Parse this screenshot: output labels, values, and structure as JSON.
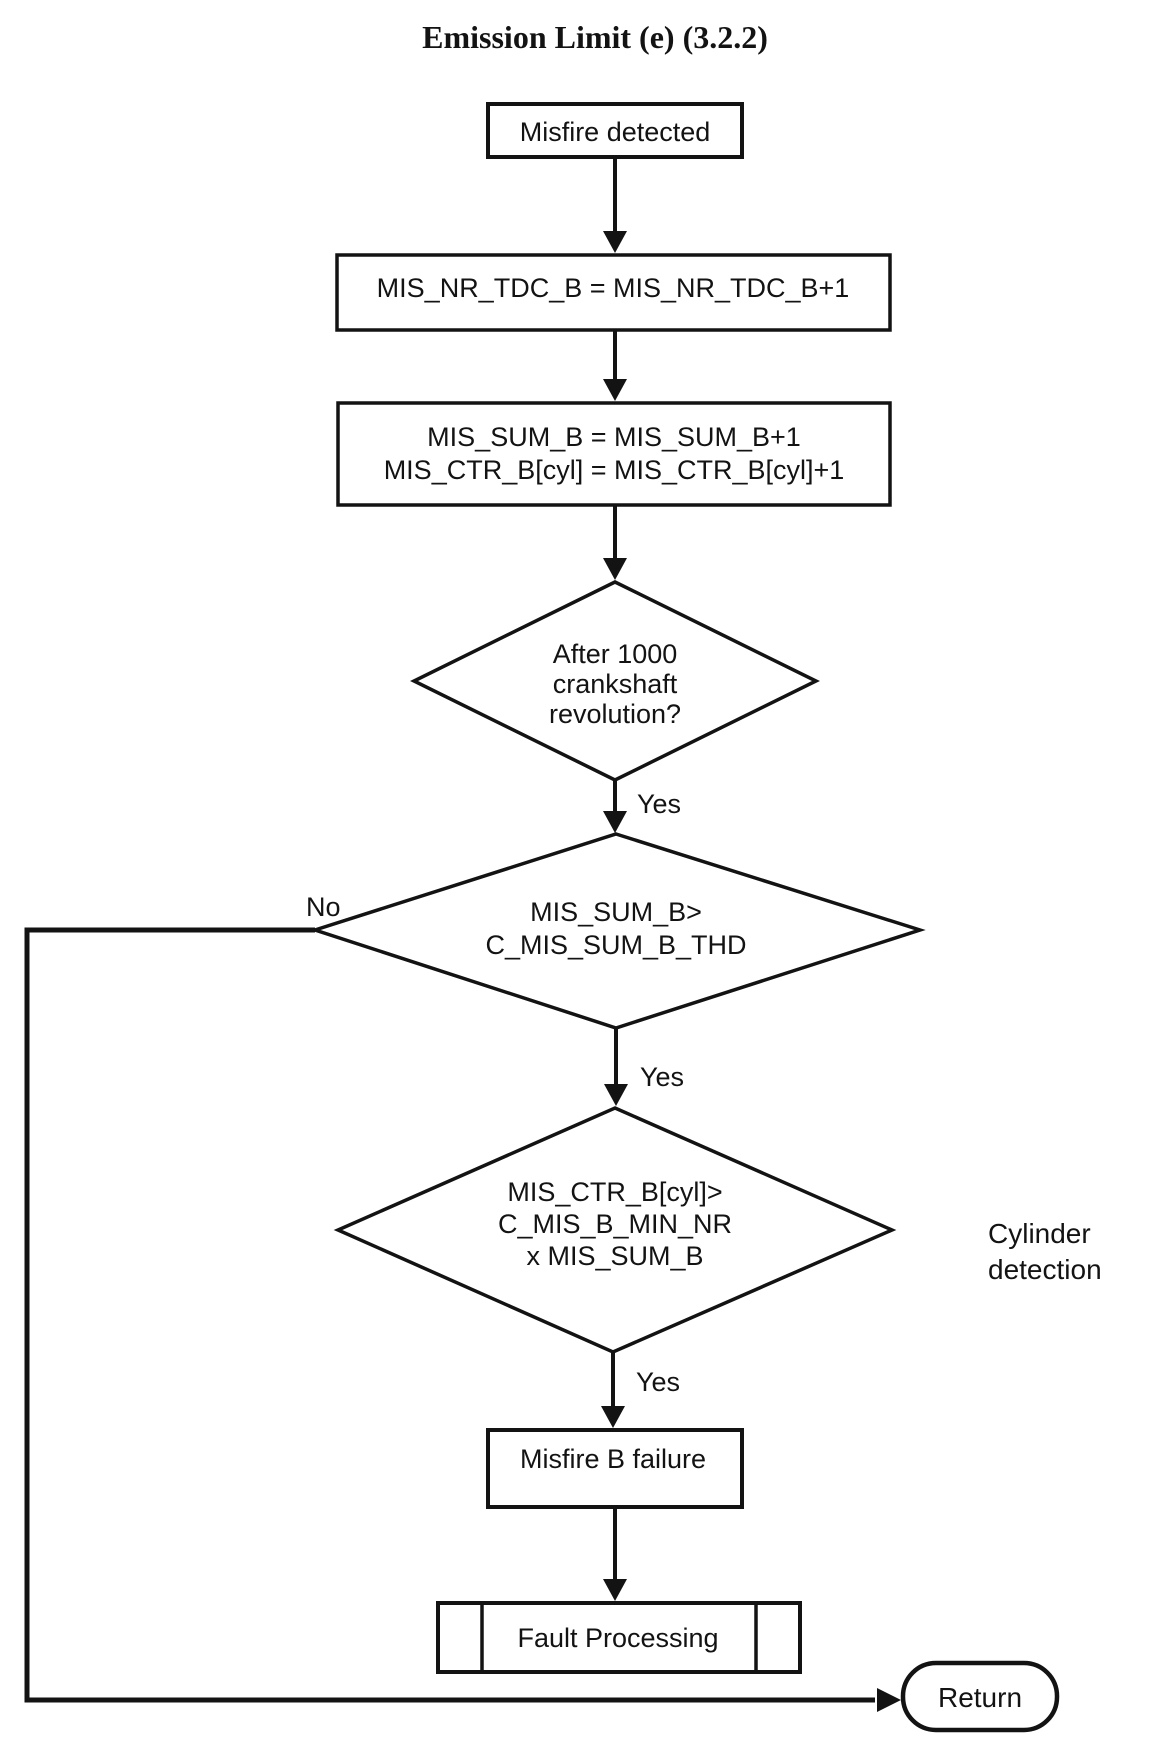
{
  "title": "Emission Limit (e) (3.2.2)",
  "flowchart": {
    "nodes": {
      "start": {
        "label": "Misfire detected"
      },
      "increment_tdc": {
        "label": "MIS_NR_TDC_B = MIS_NR_TDC_B+1"
      },
      "increment_counters": {
        "line1": "MIS_SUM_B = MIS_SUM_B+1",
        "line2": "MIS_CTR_B[cyl] = MIS_CTR_B[cyl]+1"
      },
      "after_1000": {
        "line1": "After 1000",
        "line2": "crankshaft",
        "line3": "revolution?"
      },
      "sum_threshold": {
        "line1": "MIS_SUM_B>",
        "line2": "C_MIS_SUM_B_THD"
      },
      "ctr_threshold": {
        "line1": "MIS_CTR_B[cyl]>",
        "line2": "C_MIS_B_MIN_NR",
        "line3": "x MIS_SUM_B"
      },
      "misfire_failure": {
        "label": "Misfire B failure"
      },
      "fault_processing": {
        "label": "Fault Processing"
      },
      "return_node": {
        "label": "Return"
      }
    },
    "edge_labels": {
      "after_1000_yes": "Yes",
      "sum_threshold_no": "No",
      "sum_threshold_yes": "Yes",
      "ctr_threshold_yes": "Yes"
    },
    "annotations": {
      "cylinder_detection": {
        "line1": "Cylinder",
        "line2": "detection"
      }
    }
  },
  "colors": {
    "ink": "#131313",
    "background": "#ffffff"
  }
}
